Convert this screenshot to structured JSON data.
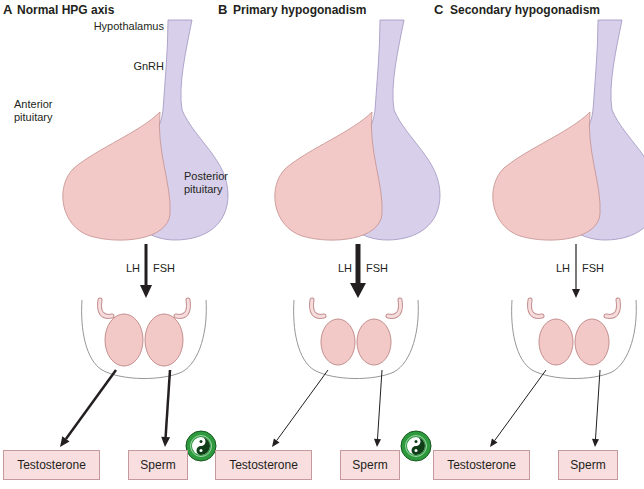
{
  "diagram": {
    "nodes": [
      {
        "text": [
          "Testosterone"
        ]
      },
      {
        "text": [
          "Sperm"
        ]
      },
      {
        "text": [
          "Testosterone"
        ]
      },
      {
        "text": [
          "Sperm"
        ]
      },
      {
        "text": [
          "Testosterone"
        ]
      },
      {
        "text": [
          "Sperm"
        ]
      }
    ],
    "labels": [
      "A",
      "Normal HPG axis",
      "Hypothalamus",
      "GnRH",
      "Anterior pituitary",
      "Posterior pituitary",
      "LH",
      "FSH",
      "B",
      "Primary hypogonadism",
      "LH",
      "FSH",
      "C",
      "Secondary hypogonadism",
      "LH",
      "FSH"
    ]
  }
}
